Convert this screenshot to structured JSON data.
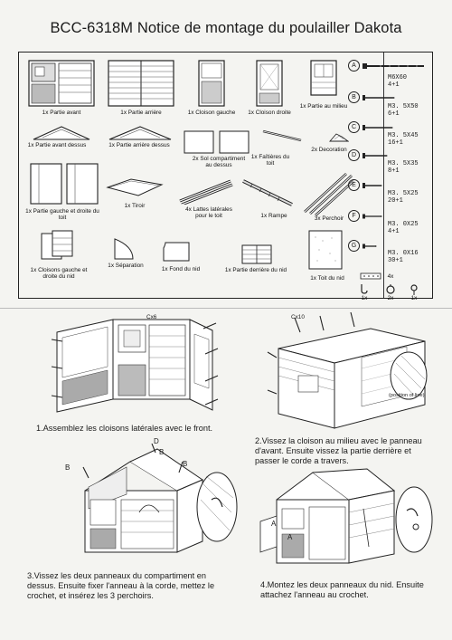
{
  "title": "BCC-6318M Notice de montage du poulailler Dakota",
  "parts": [
    {
      "label": "1x Partie avant"
    },
    {
      "label": "1x Partie arrière"
    },
    {
      "label": "1x Cloison gauche"
    },
    {
      "label": "1x Cloison droite"
    },
    {
      "label": "1x Partie au milieu"
    },
    {
      "label": "1x Partie avant dessus"
    },
    {
      "label": "1x Partie arrière dessus"
    },
    {
      "label": "2x Sol compartiment au dessus"
    },
    {
      "label": "1x Faîtières du toit"
    },
    {
      "label": "2x Decoration"
    },
    {
      "label": "1x Partie gauche et droite du toit"
    },
    {
      "label": "1x Tiroir"
    },
    {
      "label": "4x Lattes latérales pour le toit"
    },
    {
      "label": "1x Rampe"
    },
    {
      "label": "3x Perchoir"
    },
    {
      "label": "1x Cloisons gauche et droite du nid"
    },
    {
      "label": "1x Séparation"
    },
    {
      "label": "1x Fond du nid"
    },
    {
      "label": "1x Partie derrière du nid"
    },
    {
      "label": "1x Toit du nid"
    }
  ],
  "hardware": [
    {
      "letter": "A",
      "spec": "M6X60",
      "qty": "4+1"
    },
    {
      "letter": "B",
      "spec": "M3. 5X50",
      "qty": "6+1"
    },
    {
      "letter": "C",
      "spec": "M3. 5X45",
      "qty": "16+1"
    },
    {
      "letter": "D",
      "spec": "M3. 5X35",
      "qty": "8+1"
    },
    {
      "letter": "E",
      "spec": "M3. 5X25",
      "qty": "20+1"
    },
    {
      "letter": "F",
      "spec": "M3. 0X25",
      "qty": "4+1"
    },
    {
      "letter": "G",
      "spec": "M3. 0X16",
      "qty": "30+1"
    }
  ],
  "accessories": {
    "hook_qty": "1x",
    "ring_qty": "2x",
    "eye_qty": "1x",
    "rope_qty": "4x"
  },
  "steps": [
    {
      "text": "1.Assemblez les cloisons latérales avec le front.",
      "callout": "Cx6"
    },
    {
      "text": "2.Vissez la cloison au milieu avec le panneau d'avant. Ensuite vissez la partie derrière et passer le corde a travers.",
      "callout": "Cx10",
      "note": "(position of line)"
    },
    {
      "text": "3.Vissez les deux panneaux du compartiment en dessus. Ensuite fixer l'anneau à la corde, mettez le crochet, et insérez les 3 perchoirs.",
      "callouts": [
        "B",
        "D",
        "B",
        "B"
      ]
    },
    {
      "text": "4.Montez les deux panneaux du nid. Ensuite attachez l'anneau au crochet.",
      "callouts": [
        "A",
        "A"
      ]
    }
  ]
}
